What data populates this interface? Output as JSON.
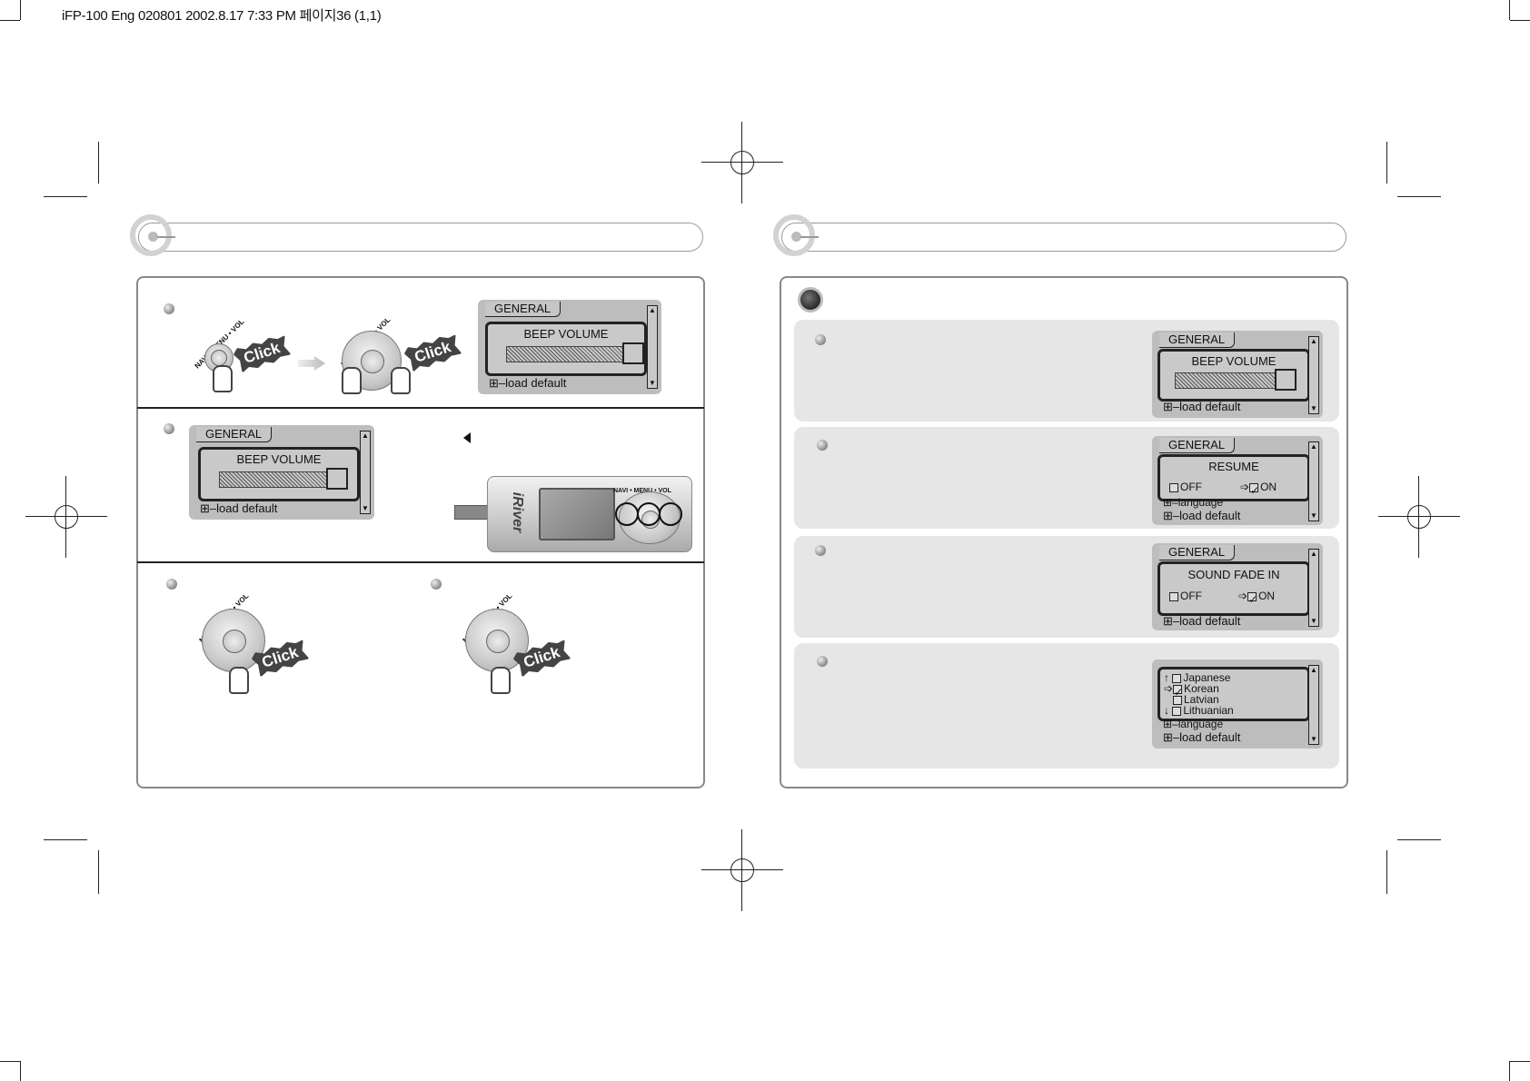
{
  "header": {
    "text": "iFP-100 Eng 020801  2002.8.17 7:33 PM 페이지36 (1,1)"
  },
  "click_label": "Click",
  "wheel_label": "NAVI • MENU • VOL",
  "brand": "iRiver",
  "lcd": {
    "tab": "GENERAL",
    "beep_volume": "BEEP  VOLUME",
    "load_default": "load default",
    "resume": "RESUME",
    "sound_fade_in": "SOUND FADE IN",
    "off": "OFF",
    "on": "ON",
    "language": "language",
    "languages": [
      "Japanese",
      "Korean",
      "Latvian",
      "Lithuanian"
    ],
    "selected_language": "Korean"
  },
  "beep_volume_level": 0.9
}
